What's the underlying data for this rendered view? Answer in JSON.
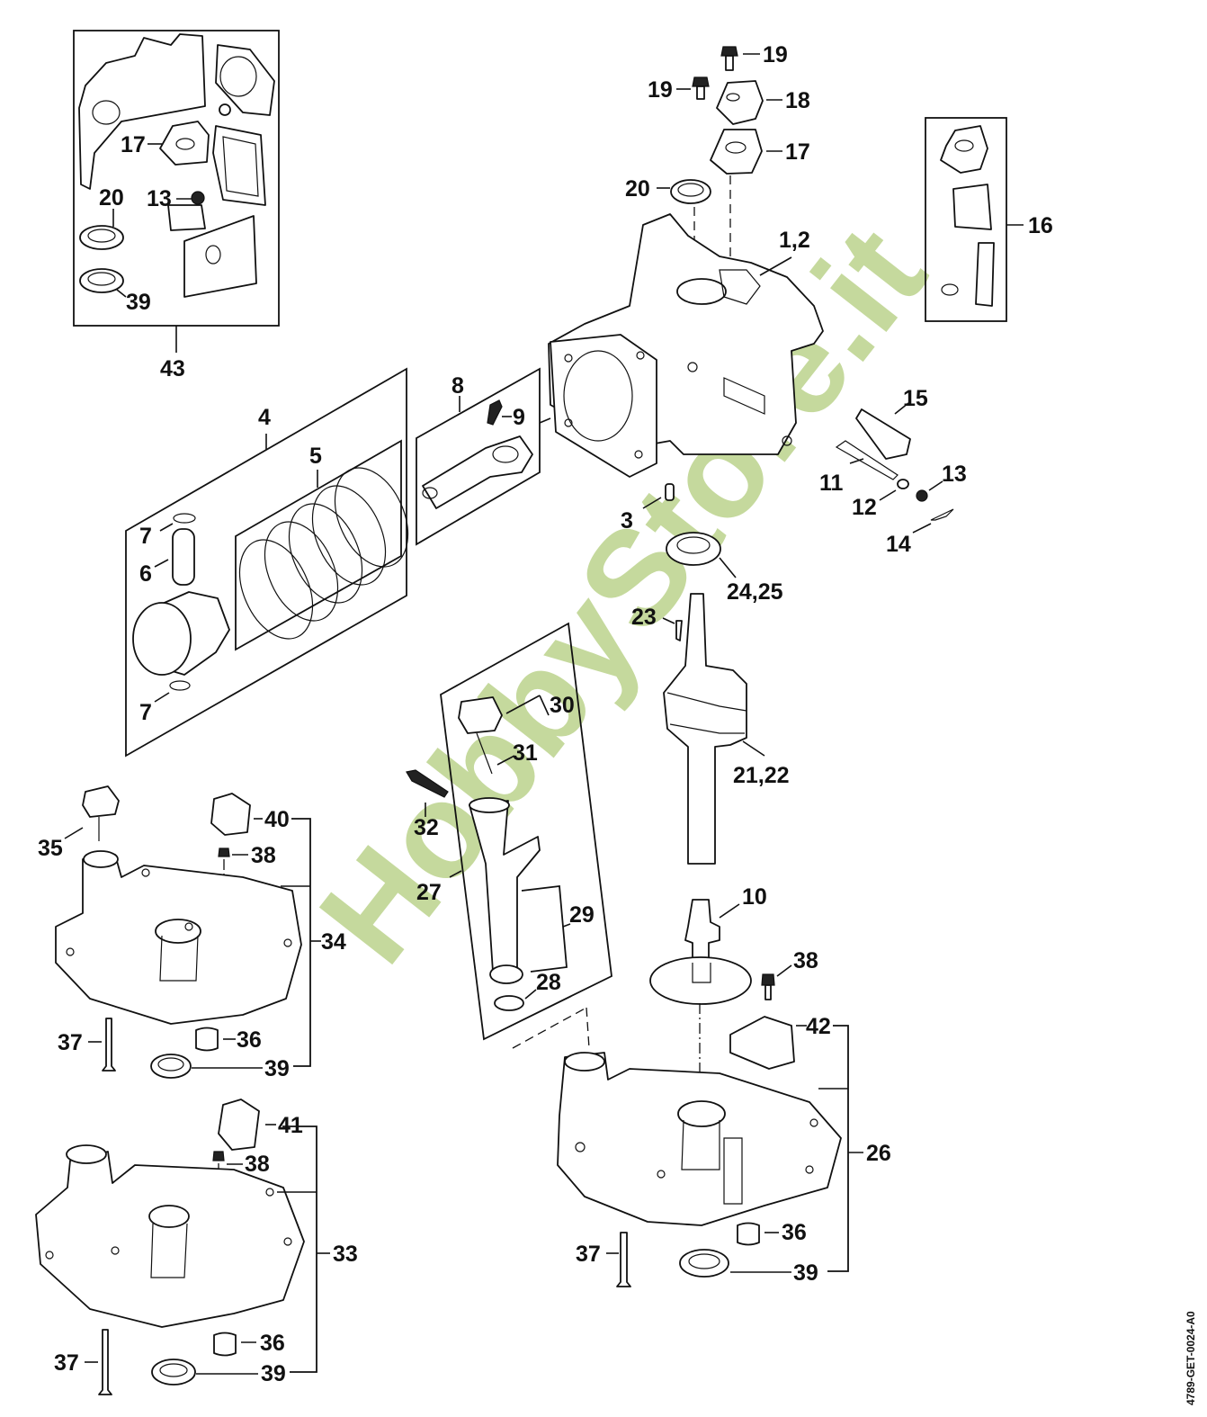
{
  "diagram": {
    "title": "Engine crankcase exploded parts diagram",
    "watermark": "HobbyStore.it",
    "document_id": "4789-GET-0024-A0",
    "colors": {
      "line": "#111111",
      "watermark": "#bcd38c",
      "background": "#ffffff"
    }
  },
  "labels": {
    "gasket_kit": {
      "kit": "43",
      "plate": "17",
      "nut": "13",
      "seal_top": "20",
      "seal_bottom": "39"
    },
    "cylinder_top": {
      "screw_a": "19",
      "screw_b": "19",
      "cover": "18",
      "gasket": "17",
      "seal": "20",
      "crankcase": "1,2"
    },
    "kit16": {
      "kit": "16"
    },
    "piston_group": {
      "piston_kit": "4",
      "rings": "5",
      "circlip_top": "7",
      "pin": "6",
      "circlip_bottom": "7"
    },
    "conrod": {
      "conrod": "8",
      "screw": "9"
    },
    "linkage": {
      "rod_15": "15",
      "rod_11": "11",
      "washer": "12",
      "nut": "13",
      "clip": "14",
      "dowel": "3"
    },
    "crankshaft": {
      "bearing": "24,25",
      "key": "23",
      "crankshaft": "21,22"
    },
    "dipstick": {
      "cap": "30",
      "oring_top": "31",
      "screw": "32",
      "tube": "27",
      "tube_kit": "29",
      "oring_bottom": "28"
    },
    "cover34": {
      "cover": "34",
      "plug": "35",
      "governor": "40",
      "screw": "38",
      "bolt": "37",
      "cap": "36",
      "seal": "39"
    },
    "cover33": {
      "cover": "33",
      "governor": "41",
      "screw": "38",
      "bolt": "37",
      "cap": "36",
      "seal": "39"
    },
    "cover26": {
      "cover": "26",
      "camshaft": "10",
      "screw": "38",
      "governor": "42",
      "bolt": "37",
      "cap": "36",
      "seal": "39"
    }
  }
}
